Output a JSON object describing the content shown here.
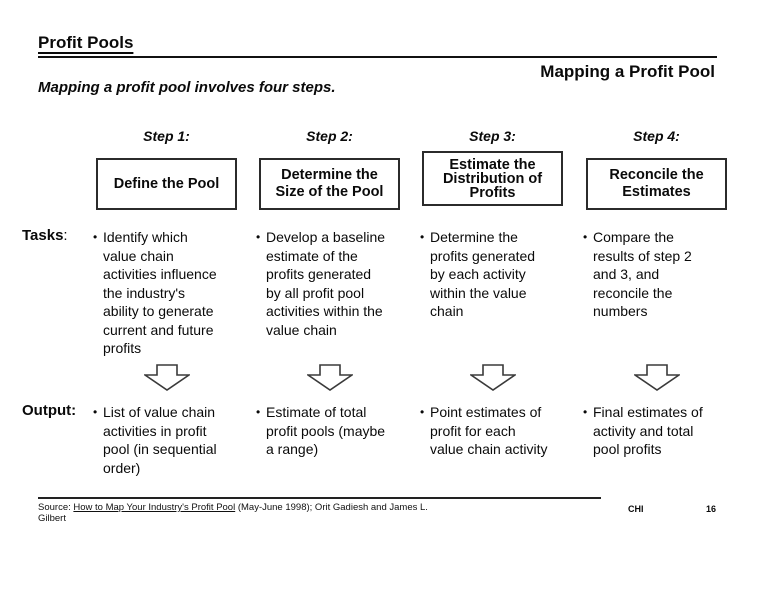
{
  "slide": {
    "title": "Profit Pools",
    "subtitle": "Mapping a profit pool involves four steps.",
    "header_right": "Mapping a Profit Pool"
  },
  "row_labels": {
    "tasks": "Tasks",
    "tasks_colon": ":",
    "output": "Output:"
  },
  "steps": [
    {
      "label": "Step 1:",
      "box": "Define the Pool",
      "tasks": "Identify which\nvalue chain\nactivities influence\nthe industry's\nability to generate\ncurrent and future\nprofits",
      "output": "List of value chain\nactivities in profit\npool (in sequential\norder)"
    },
    {
      "label": "Step 2:",
      "box": "Determine the\nSize of the Pool",
      "tasks": "Develop a baseline\nestimate of the\nprofits generated\nby all profit pool\nactivities within the\nvalue chain",
      "output": "Estimate of total\nprofit pools (maybe\na range)"
    },
    {
      "label": "Step 3:",
      "box": "Estimate the\nDistribution of\nProfits",
      "tasks": "Determine the\nprofits generated\nby each activity\nwithin the value\nchain",
      "output": "Point estimates of\nprofit for each\nvalue chain activity"
    },
    {
      "label": "Step 4:",
      "box": "Reconcile the\nEstimates",
      "tasks": "Compare the\nresults of step 2\nand 3, and\nreconcile the\nnumbers",
      "output": "Final estimates of\nactivity and total\npool profits"
    }
  ],
  "footer": {
    "source_prefix": "Source: ",
    "source_link": "How to Map Your Industry's Profit Pool",
    "source_suffix": " (May-June 1998); Orit Gadiesh and James L.",
    "source_line2": "Gilbert",
    "office": "CHI",
    "page": "16"
  },
  "colors": {
    "text": "#0a0a0a",
    "border": "#2b2b2b",
    "background": "#ffffff"
  }
}
